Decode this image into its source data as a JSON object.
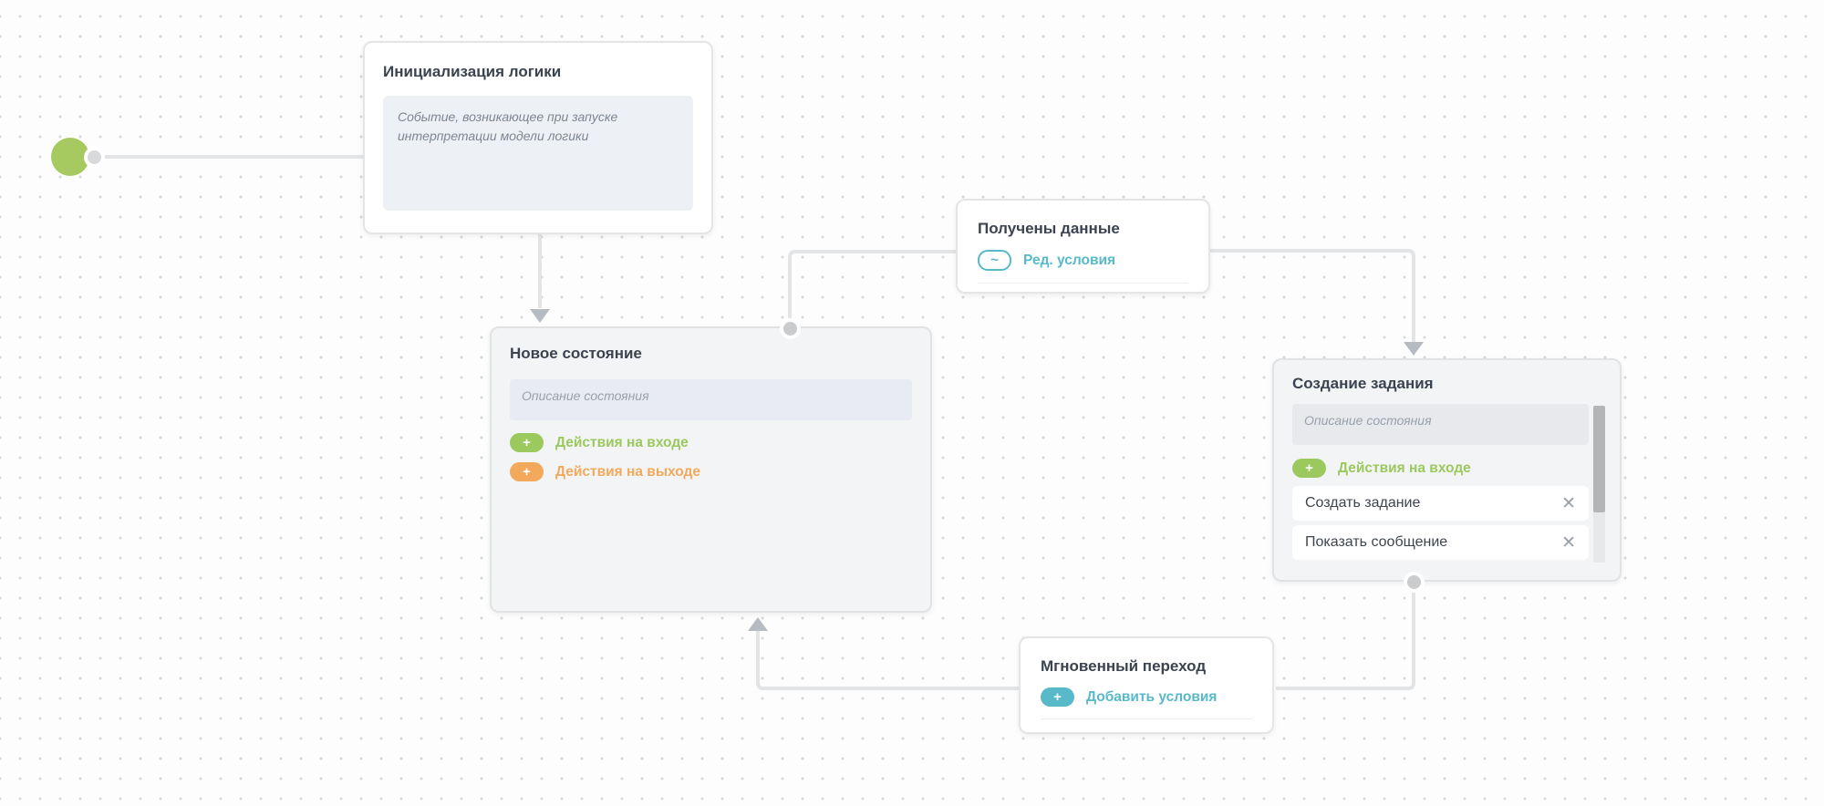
{
  "icons": {
    "plus": "+",
    "tilde": "~",
    "close": "✕"
  },
  "colors": {
    "accent_teal": "#58b9c8",
    "accent_green": "#9bc95e",
    "accent_orange": "#f2a95c",
    "start_node_green": "#a6ca60",
    "edge_gray": "#e3e4e5",
    "arrow_gray": "#b6bbc1"
  },
  "nodes": {
    "init_event": {
      "title": "Инициализация логики",
      "description": "Событие, возникающее при запуске интерпретации модели логики"
    },
    "received_data": {
      "title": "Получены данные",
      "edit_conditions_label": "Ред. условия"
    },
    "new_state": {
      "title": "Новое состояние",
      "description_placeholder": "Описание состояния",
      "entry_actions_label": "Действия на входе",
      "exit_actions_label": "Действия на выходе"
    },
    "create_task": {
      "title": "Создание задания",
      "description_placeholder": "Описание состояния",
      "entry_actions_label": "Действия на входе",
      "actions": [
        {
          "label": "Создать задание"
        },
        {
          "label": "Показать сообщение"
        }
      ]
    },
    "instant_transition": {
      "title": "Мгновенный переход",
      "add_conditions_label": "Добавить условия"
    }
  }
}
